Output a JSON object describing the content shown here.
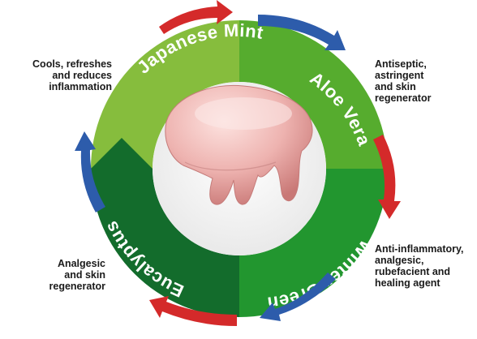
{
  "segments": [
    {
      "label": "Japanese Mint",
      "color": "#86bd3d"
    },
    {
      "label": "Aloe Vera",
      "color": "#56ac2e"
    },
    {
      "label": "Winter Green",
      "color": "#22962f"
    },
    {
      "label": "Eucalyptus",
      "color": "#136c2c"
    }
  ],
  "descriptions": {
    "japanese_mint": "Cools, refreshes\nand reduces\ninflammation",
    "aloe_vera": "Antiseptic,\nastringent\nand skin\nregenerator",
    "winter_green": "Anti-inflammatory,\nanalgesic,\nrubefacient and\nhealing agent",
    "eucalyptus": "Analgesic\nand skin\nregenerator"
  },
  "colors": {
    "arrow_red": "#d42a2a",
    "arrow_blue": "#2d5cab",
    "product_pink": "#e9aaa8"
  },
  "icons": {
    "center_image": "teething-gel-tube-icon",
    "cycle_arrows": "circular-arrow-icon"
  }
}
